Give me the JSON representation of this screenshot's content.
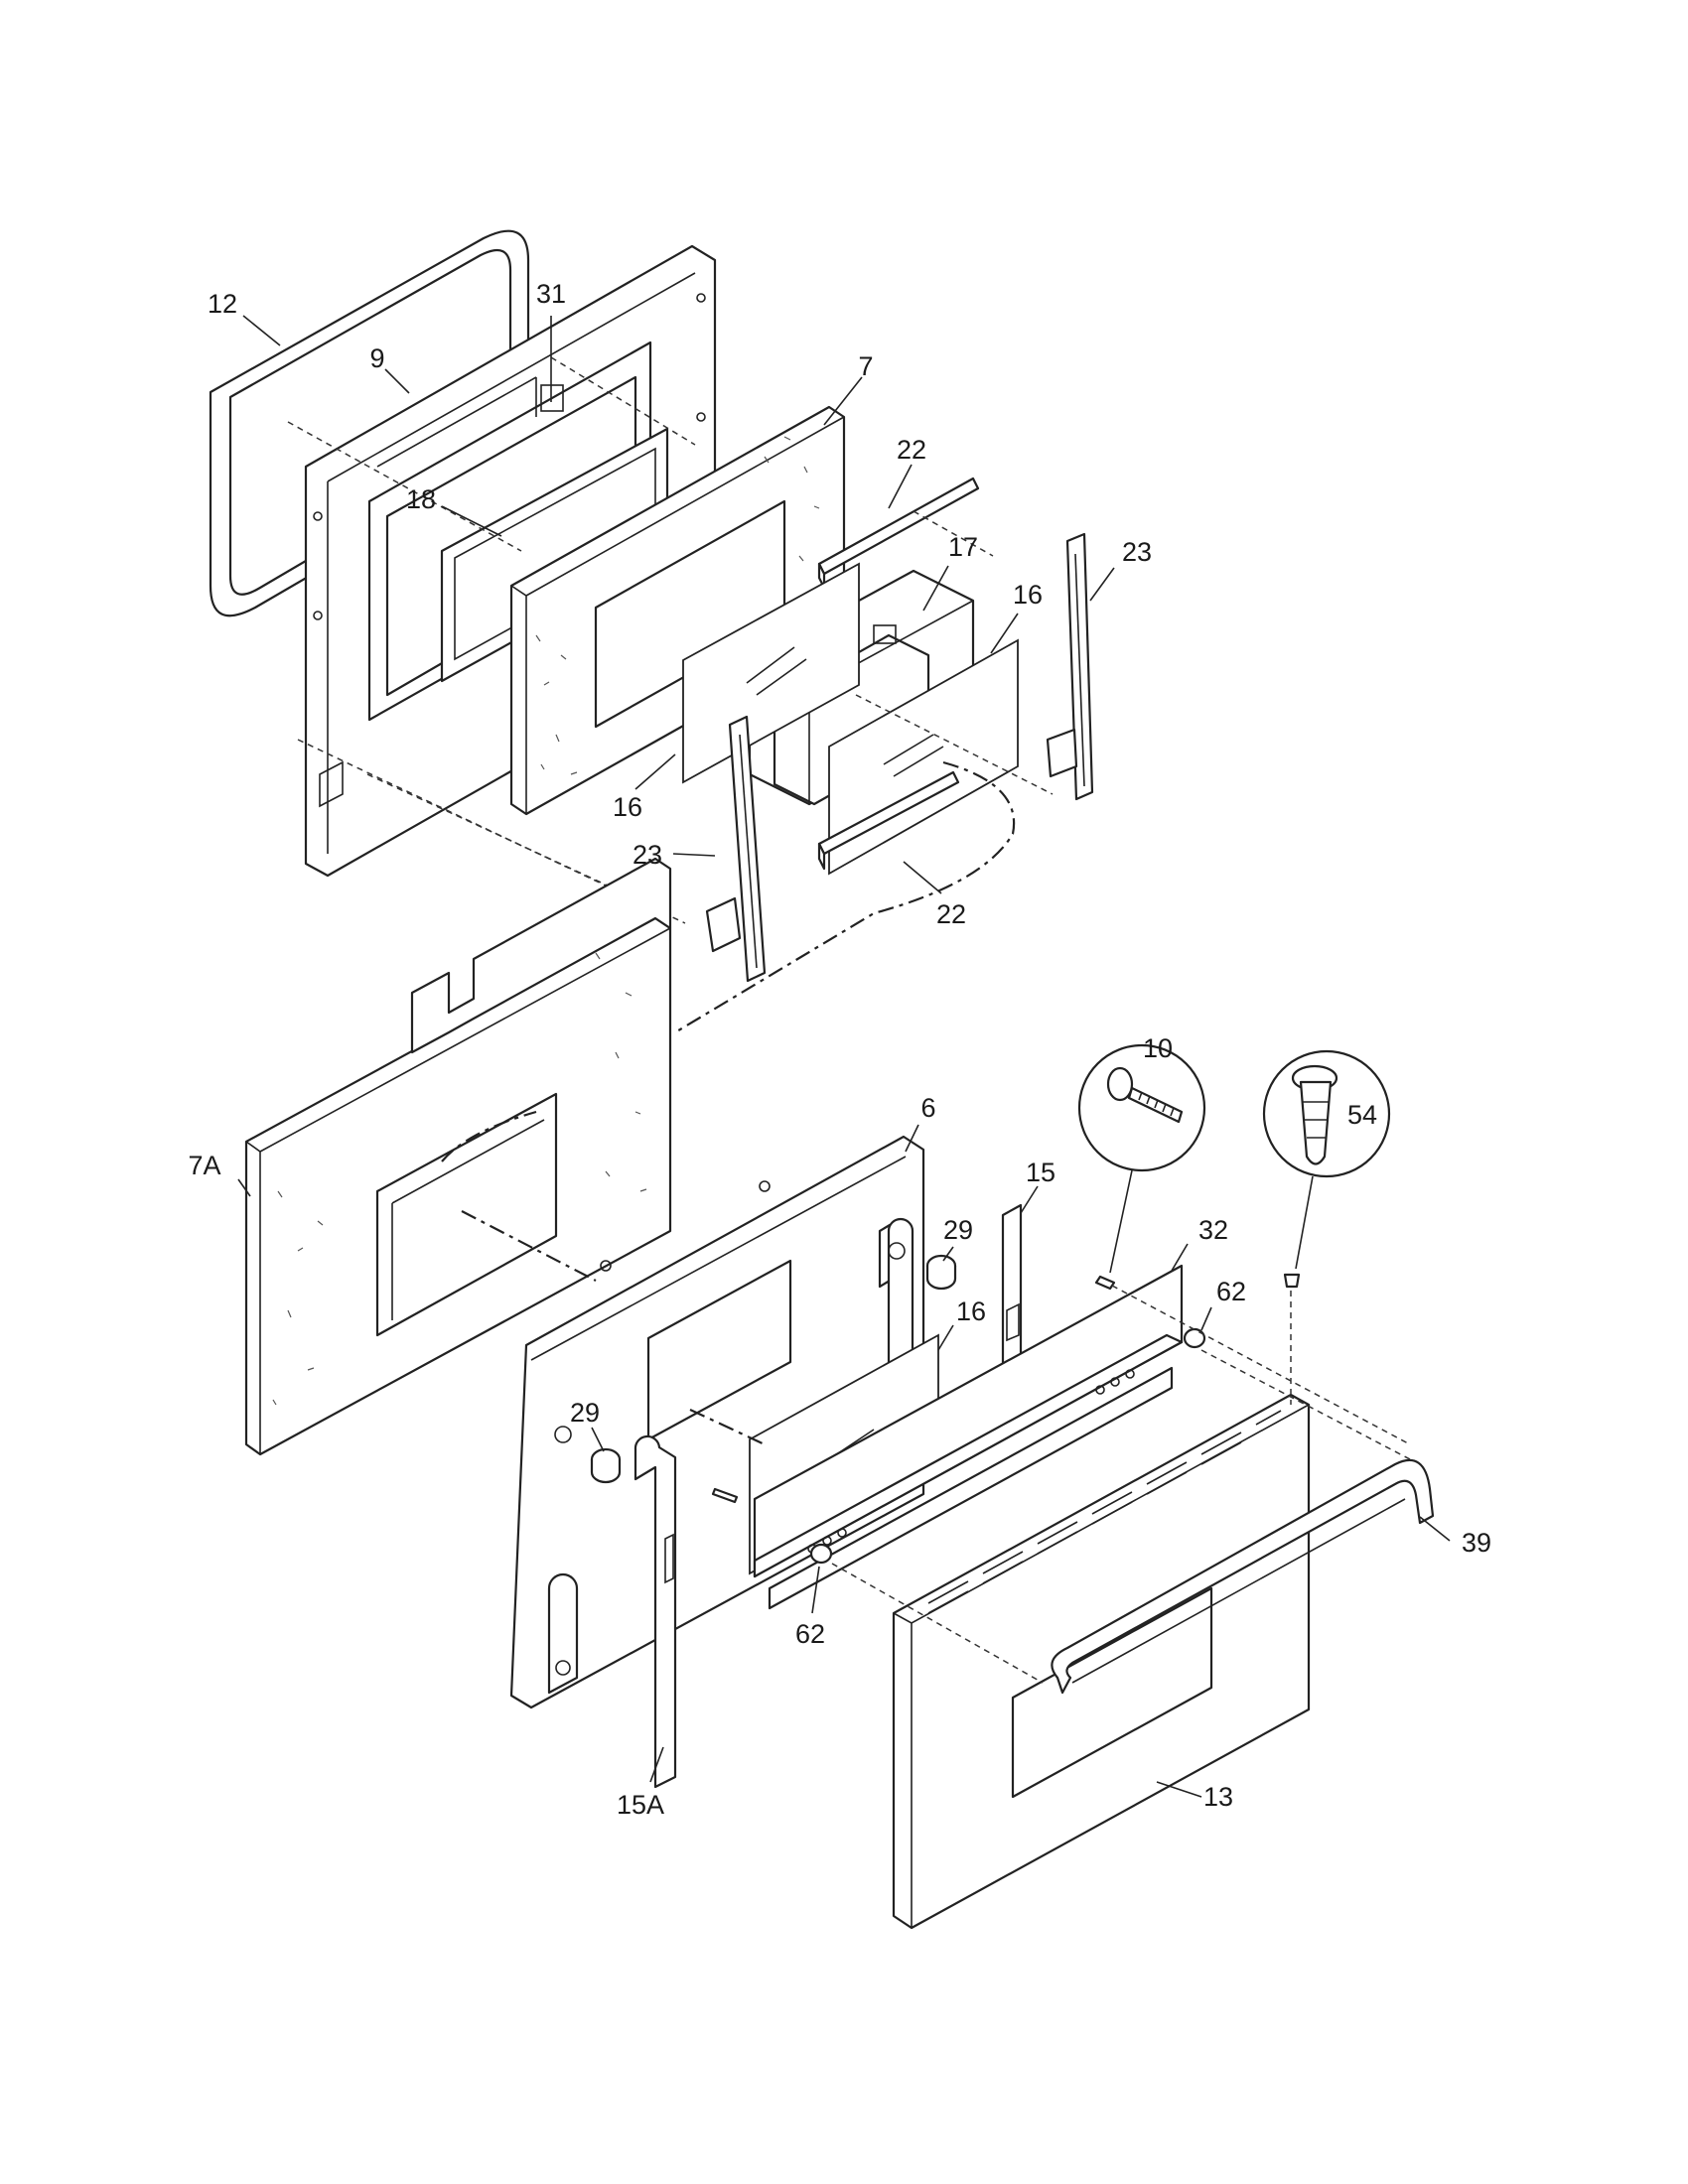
{
  "diagram": {
    "callouts": [
      {
        "id": "c12",
        "text": "12"
      },
      {
        "id": "c31",
        "text": "31"
      },
      {
        "id": "c9",
        "text": "9"
      },
      {
        "id": "c7",
        "text": "7"
      },
      {
        "id": "c22a",
        "text": "22"
      },
      {
        "id": "c18",
        "text": "18"
      },
      {
        "id": "c17",
        "text": "17"
      },
      {
        "id": "c23a",
        "text": "23"
      },
      {
        "id": "c16a",
        "text": "16"
      },
      {
        "id": "c16b",
        "text": "16"
      },
      {
        "id": "c23b",
        "text": "23"
      },
      {
        "id": "c22b",
        "text": "22"
      },
      {
        "id": "c10",
        "text": "10"
      },
      {
        "id": "c54",
        "text": "54"
      },
      {
        "id": "c7A",
        "text": "7A"
      },
      {
        "id": "c6",
        "text": "6"
      },
      {
        "id": "c15",
        "text": "15"
      },
      {
        "id": "c29a",
        "text": "29"
      },
      {
        "id": "c32",
        "text": "32"
      },
      {
        "id": "c62a",
        "text": "62"
      },
      {
        "id": "c16c",
        "text": "16"
      },
      {
        "id": "c29b",
        "text": "29"
      },
      {
        "id": "c39",
        "text": "39"
      },
      {
        "id": "c62b",
        "text": "62"
      },
      {
        "id": "c13",
        "text": "13"
      },
      {
        "id": "c15A",
        "text": "15A"
      }
    ]
  }
}
